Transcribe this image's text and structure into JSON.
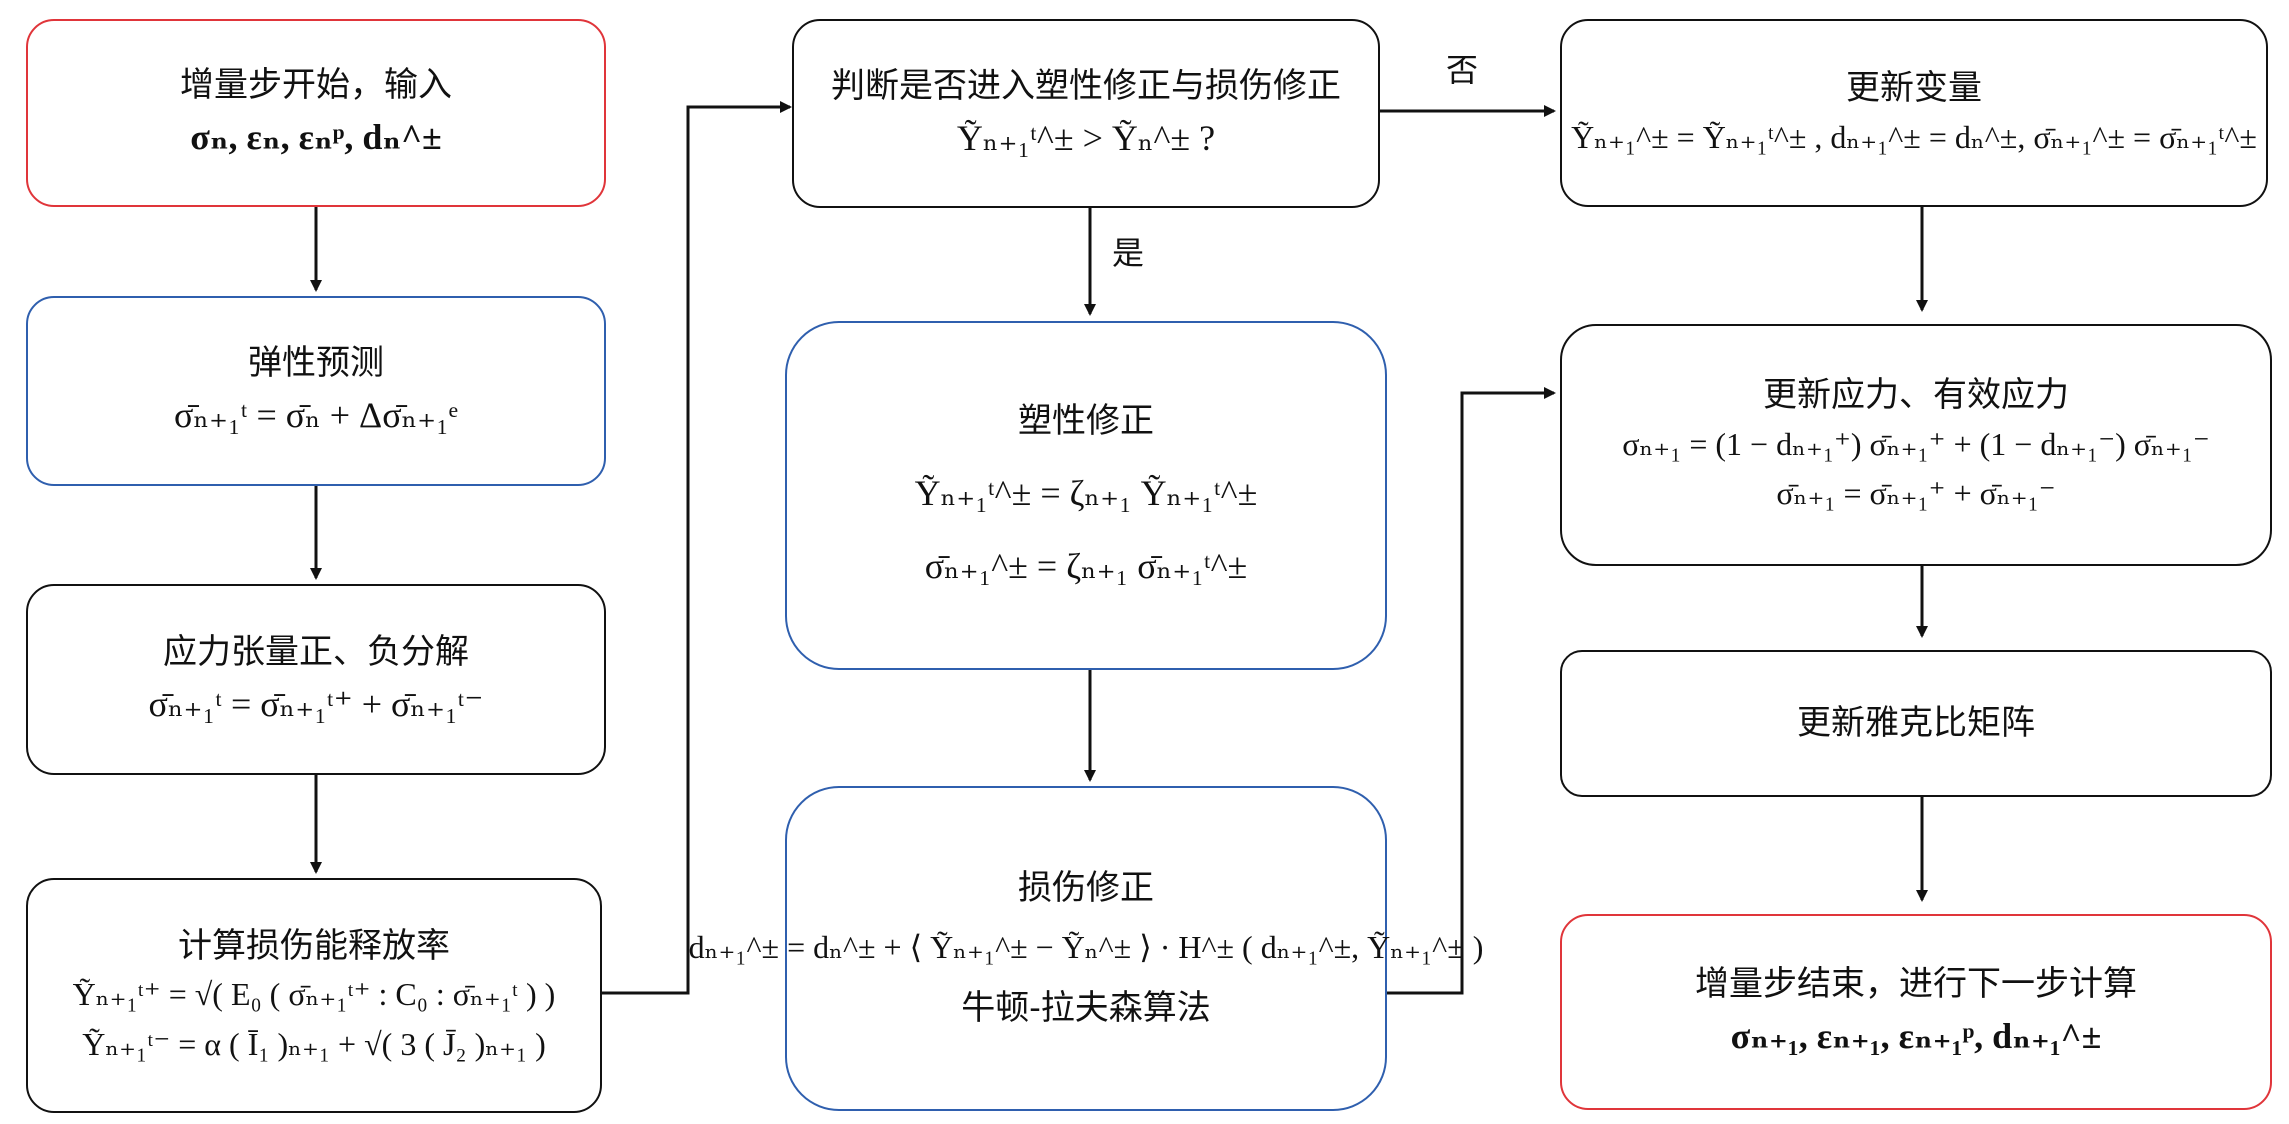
{
  "colors": {
    "start_end_border": "#e0353a",
    "correction_border": "#2f5fae",
    "default_border": "#111111"
  },
  "nodes": {
    "start": {
      "title": "增量步开始，输入",
      "formula": "σₙ, εₙ, εₙᵖ, dₙ^±"
    },
    "elastic": {
      "title": "弹性预测",
      "formula": "σ̄ₙ₊₁ᵗ = σ̄ₙ + Δσ̄ₙ₊₁ᵉ"
    },
    "decomp": {
      "title": "应力张量正、负分解",
      "formula": "σ̄ₙ₊₁ᵗ = σ̄ₙ₊₁ᵗ⁺ + σ̄ₙ₊₁ᵗ⁻"
    },
    "energy": {
      "title": "计算损伤能释放率",
      "formula1": "Ỹₙ₊₁ᵗ⁺ = √( E₀ ( σ̄ₙ₊₁ᵗ⁺ : C₀ : σ̄ₙ₊₁ᵗ ) )",
      "formula2": "Ỹₙ₊₁ᵗ⁻ = α ( Ī₁ )ₙ₊₁ + √( 3 ( J̄₂ )ₙ₊₁ )"
    },
    "judge": {
      "title": "判断是否进入塑性修正与损伤修正",
      "formula": "Ỹₙ₊₁ᵗ^± > Ỹₙ^± ?"
    },
    "plastic": {
      "title": "塑性修正",
      "formula1": "Ỹₙ₊₁ᵗ^± = ζₙ₊₁ Ỹₙ₊₁ᵗ^±",
      "formula2": "σ̄ₙ₊₁^± = ζₙ₊₁ σ̄ₙ₊₁ᵗ^±"
    },
    "damage": {
      "title": "损伤修正",
      "formula": "dₙ₊₁^± = dₙ^± + ⟨ Ỹₙ₊₁^± − Ỹₙ^± ⟩ · H^± ( dₙ₊₁^±, Ỹₙ₊₁^± )",
      "method": "牛顿-拉夫森算法"
    },
    "update_var": {
      "title": "更新变量",
      "formula": "Ỹₙ₊₁^± = Ỹₙ₊₁ᵗ^± ,  dₙ₊₁^± = dₙ^±,  σ̄ₙ₊₁^± = σ̄ₙ₊₁ᵗ^±"
    },
    "update_stress": {
      "title": "更新应力、有效应力",
      "formula1": "σₙ₊₁ = (1 − dₙ₊₁⁺) σ̄ₙ₊₁⁺ + (1 − dₙ₊₁⁻) σ̄ₙ₊₁⁻",
      "formula2": "σ̄ₙ₊₁ = σ̄ₙ₊₁⁺ + σ̄ₙ₊₁⁻"
    },
    "jacobian": {
      "title": "更新雅克比矩阵"
    },
    "end": {
      "title": "增量步结束，进行下一步计算",
      "formula": "σₙ₊₁, εₙ₊₁, εₙ₊₁ᵖ, dₙ₊₁^±"
    }
  },
  "edges": {
    "no_label": "否",
    "yes_label": "是"
  }
}
